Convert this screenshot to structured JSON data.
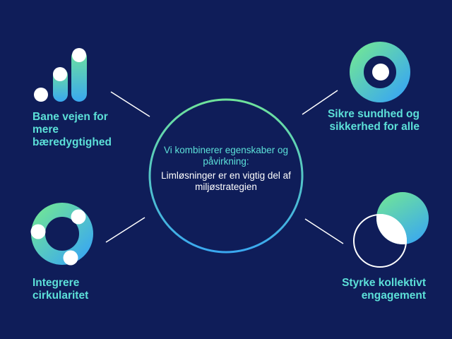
{
  "colors": {
    "background": "#0f1d59",
    "accent_teal": "#5ce0d8",
    "gradient_green": "#6fe39a",
    "gradient_blue": "#3aa8f0",
    "white": "#ffffff"
  },
  "center": {
    "line1": "Vi kombinerer egenskaber og påvirkning:",
    "line2": "Limløsninger er en vigtig del af miljøstrategien"
  },
  "items": [
    {
      "id": "top-left",
      "icon": "bar-chart-icon",
      "label_lines": [
        "Bane vejen for",
        "mere",
        "bæredygtighed"
      ]
    },
    {
      "id": "top-right",
      "icon": "target-ring-icon",
      "label_lines": [
        "Sikre sundhed og",
        "sikkerhed for alle"
      ]
    },
    {
      "id": "bottom-left",
      "icon": "circular-ring-icon",
      "label_lines": [
        "Integrere",
        "cirkularitet"
      ]
    },
    {
      "id": "bottom-right",
      "icon": "overlapping-circles-icon",
      "label_lines": [
        "Styrke kollektivt",
        "engagement"
      ]
    }
  ]
}
